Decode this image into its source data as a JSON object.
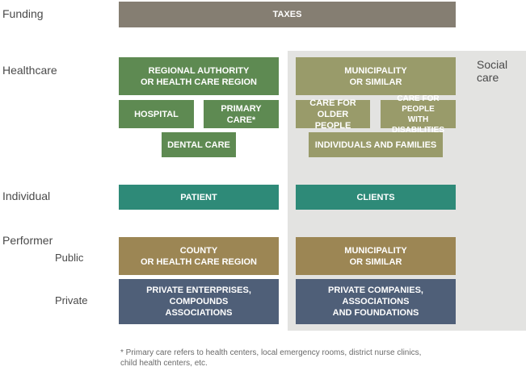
{
  "rows": {
    "funding": "Funding",
    "healthcare": "Healthcare",
    "individual": "Individual",
    "performer": "Performer",
    "public": "Public",
    "private": "Private"
  },
  "social_care_label": "Social\ncare",
  "boxes": {
    "taxes": "TAXES",
    "regional_authority": "REGIONAL AUTHORITY\nOR HEALTH CARE REGION",
    "hospital": "HOSPITAL",
    "primary_care": "PRIMARY CARE*",
    "dental_care": "DENTAL CARE",
    "municipality": "MUNICIPALITY\nOR SIMILAR",
    "care_older": "CARE FOR\nOLDER PEOPLE",
    "care_disabilities": "CARE FOR PEOPLE\nWITH DISABILITIES",
    "individuals_families": "INDIVIDUALS AND FAMILIES",
    "patient": "PATIENT",
    "clients": "CLIENTS",
    "county": "COUNTY\nOR HEALTH CARE REGION",
    "municipality_performer": "MUNICIPALITY\nOR SIMILAR",
    "private_enterprises": "PRIVATE ENTERPRISES,\nCOMPOUNDS\nASSOCIATIONS",
    "private_companies": "PRIVATE COMPANIES,\nASSOCIATIONS\nAND FOUNDATIONS"
  },
  "footnote": "* Primary care refers to health centers, local emergency rooms, district nurse clinics,\n   child health centers, etc.",
  "colors": {
    "taxes": "#857e72",
    "healthcare_green": "#5e8a52",
    "social_olive": "#999b6a",
    "individual_teal": "#2e8a78",
    "public_gold": "#9c8654",
    "private_slate": "#4f5f78",
    "social_background": "#e3e3e1"
  }
}
